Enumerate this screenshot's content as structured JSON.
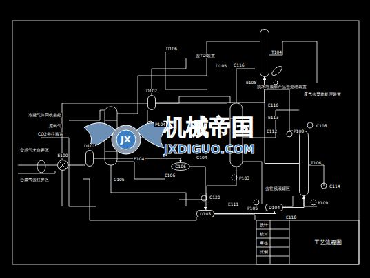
{
  "diagram": {
    "nodes": [
      {
        "text": [
          "T104"
        ]
      },
      {
        "text": [
          "D102"
        ]
      },
      {
        "text": [
          "E100"
        ]
      },
      {
        "text": [
          "D101"
        ]
      },
      {
        "text": [
          "C106"
        ]
      },
      {
        "text": [
          "D103"
        ]
      },
      {
        "text": [
          "D104"
        ]
      },
      {
        "text": [
          "T106"
        ]
      },
      {
        "text": [
          "工艺流程图"
        ]
      }
    ],
    "edges": [
      {
        "from": 2,
        "to": 3,
        "arrow": "none"
      },
      {
        "from": 3,
        "to": 4,
        "arrow": "to"
      },
      {
        "from": 4,
        "to": 5,
        "arrow": "to"
      },
      {
        "from": 5,
        "to": 6,
        "arrow": "to"
      },
      {
        "from": 6,
        "to": 7,
        "arrow": "to"
      },
      {
        "from": 7,
        "to": 0,
        "arrow": "to"
      },
      {
        "from": 1,
        "to": 0,
        "arrow": "to"
      }
    ],
    "labels": [
      "机械帝国",
      "JXDIGUO.COM",
      "JX",
      "冷凝气体回收去处",
      "原料气",
      "CO2去往装置",
      "合成气来自界区",
      "合成气去往界区",
      "去TDI装置",
      "脱水塔顶部产品去处理装置",
      "废气去焚烧处理装置",
      "去往残液罐区",
      "E108",
      "C116",
      "D106",
      "D105",
      "E110",
      "E113",
      "C108",
      "P108",
      "E112",
      "C114",
      "P109",
      "E118",
      "P105",
      "E111",
      "C120",
      "P104",
      "E104",
      "C105",
      "E106",
      "P103",
      "C104",
      "设计",
      "校对",
      "审核",
      "比例"
    ]
  }
}
